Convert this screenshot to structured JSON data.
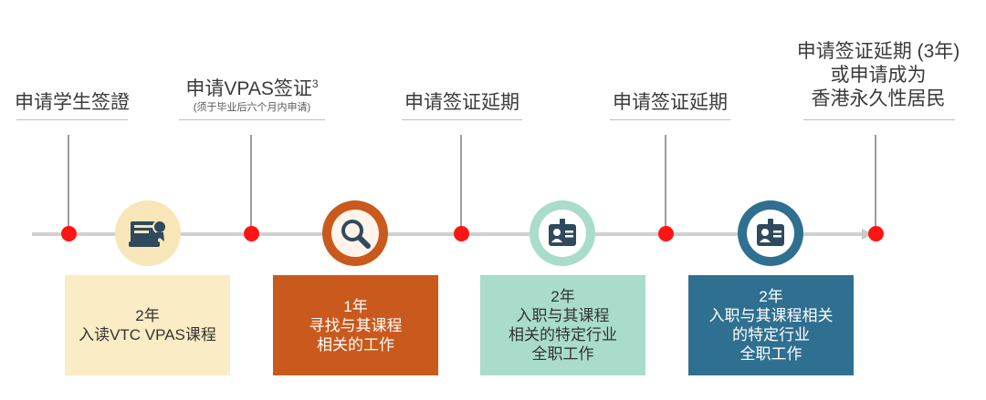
{
  "milestones": [
    {
      "title": "申请学生签證"
    },
    {
      "title": "申请VPAS签证",
      "sup": "3",
      "note": "(须于毕业后六个月内申请)"
    },
    {
      "title": "申请签证延期"
    },
    {
      "title": "申请签证延期"
    },
    {
      "lines": [
        "申请签证延期 (3年)",
        "或申请成为",
        "香港永久性居民"
      ]
    }
  ],
  "phases": [
    {
      "icon": "diploma-icon",
      "lines": [
        "2年",
        "入读VTC VPAS课程"
      ]
    },
    {
      "icon": "magnifier-icon",
      "lines": [
        "1年",
        "寻找与其课程",
        "相关的工作"
      ]
    },
    {
      "icon": "id-badge-icon",
      "lines": [
        "2年",
        "入职与其课程",
        "相关的特定行业",
        "全职工作"
      ]
    },
    {
      "icon": "id-badge-icon",
      "lines": [
        "2年",
        "入职与其课程相关",
        "的特定行业",
        "全职工作"
      ]
    }
  ],
  "colors": {
    "phase1_box": "#faecc4",
    "phase1_ring": "#f8e6b8",
    "phase1_inner": "#2f4a5c",
    "phase2_box": "#c9591c",
    "phase2_ring": "#c9591c",
    "phase2_inner": "#fff3ea",
    "phase3_box": "#a9dccb",
    "phase3_ring": "#a9dccb",
    "phase3_inner": "#ffffff",
    "phase4_box": "#2f6f8f",
    "phase4_ring": "#2f6f8f",
    "phase4_inner": "#ffffff",
    "dot": "#ff1414"
  }
}
